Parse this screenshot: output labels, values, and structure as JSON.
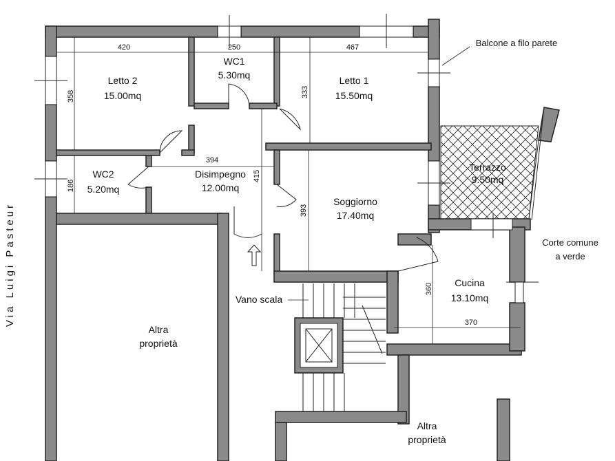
{
  "street": "Via Luigi Pasteur",
  "rooms": {
    "letto2": {
      "name": "Letto 2",
      "area": "15.00mq"
    },
    "wc1": {
      "name": "WC1",
      "area": "5.30mq"
    },
    "letto1": {
      "name": "Letto 1",
      "area": "15.50mq"
    },
    "wc2": {
      "name": "WC2",
      "area": "5.20mq"
    },
    "disimpegno": {
      "name": "Disimpegno",
      "area": "12.00mq"
    },
    "soggiorno": {
      "name": "Soggiorno",
      "area": "17.40mq"
    },
    "terrazzo": {
      "name": "Terrazzo",
      "area": "9.50mq"
    },
    "cucina": {
      "name": "Cucina",
      "area": "13.10mq"
    }
  },
  "dimensions": {
    "d420": "420",
    "d250": "250",
    "d467": "467",
    "d358": "358",
    "d333": "333",
    "d394": "394",
    "d186": "186",
    "d415": "415",
    "d393": "393",
    "d360": "360",
    "d370": "370"
  },
  "labels": {
    "balcone": "Balcone a filo parete",
    "corte_line1": "Corte comune",
    "corte_line2": "a verde",
    "vano_scala": "Vano scala",
    "altra1_line1": "Altra",
    "altra1_line2": "proprietà",
    "altra2_line1": "Altra",
    "altra2_line2": "proprietà"
  }
}
